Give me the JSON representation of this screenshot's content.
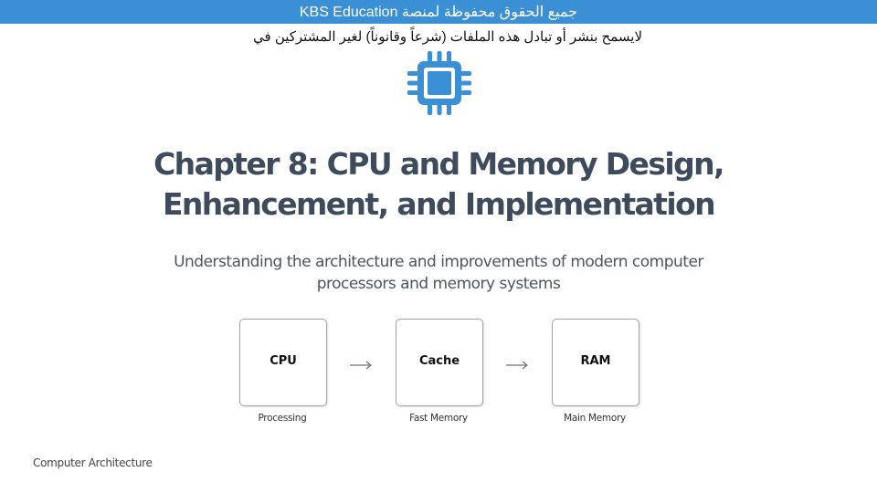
{
  "banner": {
    "text": "KBS Education جميع الحقوق محفوظة لمنصة"
  },
  "notice": {
    "text": "لايسمح بنشر أو تبادل هذه الملفات (شرعاً وقانوناً) لغير المشتركين في"
  },
  "icon": {
    "name": "cpu-chip-icon",
    "color": "#3b8fd4"
  },
  "slide": {
    "title_line1": "Chapter 8: CPU and Memory Design,",
    "title_line2": "Enhancement, and Implementation",
    "subtitle": "Understanding the architecture and improvements of modern computer processors and memory systems"
  },
  "diagram": {
    "nodes": [
      {
        "label": "CPU",
        "caption": "Processing"
      },
      {
        "label": "Cache",
        "caption": "Fast Memory"
      },
      {
        "label": "RAM",
        "caption": "Main Memory"
      }
    ]
  },
  "footer": {
    "text": "Computer Architecture"
  }
}
